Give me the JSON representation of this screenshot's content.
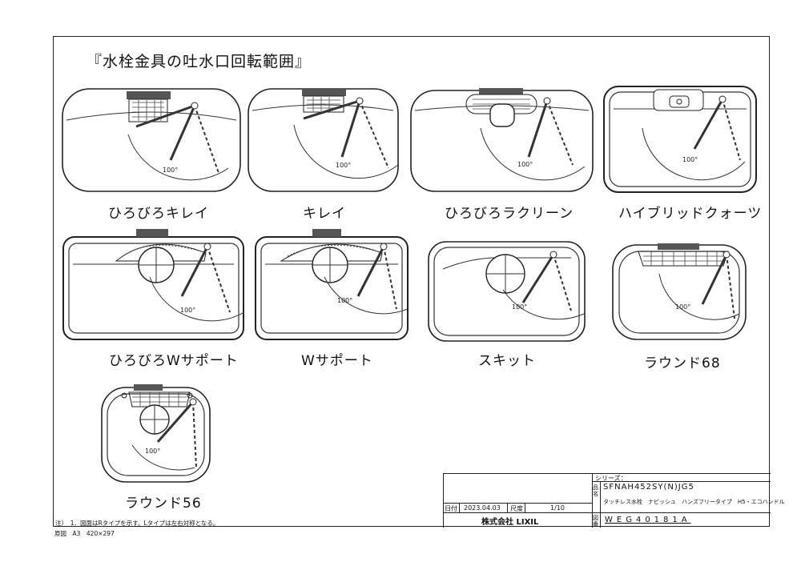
{
  "title": "『水栓金具の吐水口回転範囲』",
  "angle_label": "100°",
  "sinks": [
    {
      "name": "ひろびろキレイ"
    },
    {
      "name": "キレイ"
    },
    {
      "name": "ひろびろラクリーン"
    },
    {
      "name": "ハイブリッドクォーツ"
    },
    {
      "name": "ひろびろWサポート"
    },
    {
      "name": "Wサポート"
    },
    {
      "name": "スキット"
    },
    {
      "name": "ラウンド68"
    },
    {
      "name": "ラウンド56"
    }
  ],
  "notes": {
    "note": "注）　1．図面はRタイプを示す。Lタイプは左右対称となる。",
    "original_size": "原図　A3　420×297"
  },
  "title_block": {
    "series_label": "シリーズ：",
    "product_label": "品名",
    "model": "SFNAH452SY(N)JG5",
    "product_name": "タッチレス水栓　ナビッシュ　ハンズフリータイプ　H5・エコハンドル",
    "date_label": "日付",
    "date": "2023.04.03",
    "scale_label": "尺度",
    "scale": "1/10",
    "company": "株式会社 LIXIL",
    "drawing_label": "図番",
    "drawing_number": "WEG40181A"
  }
}
